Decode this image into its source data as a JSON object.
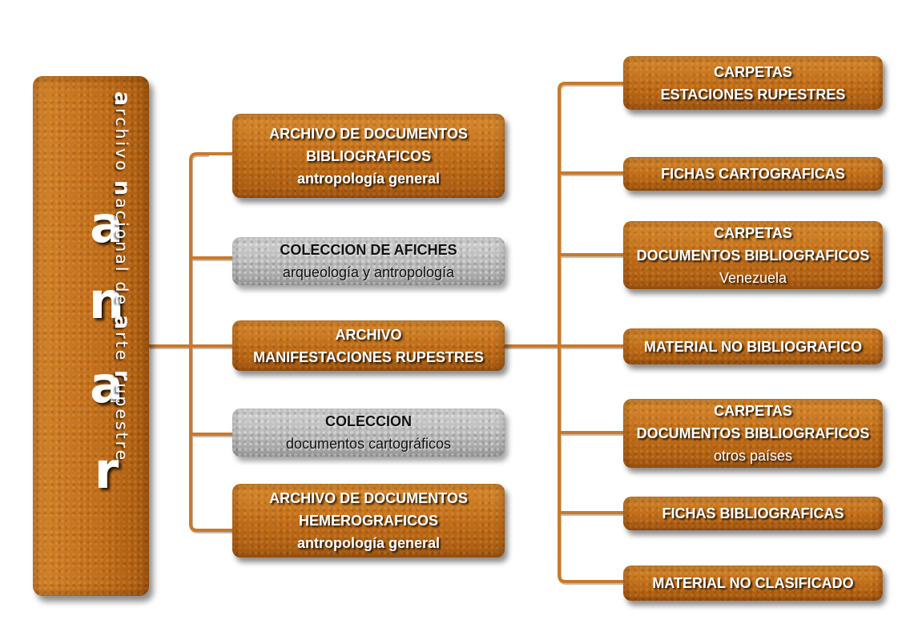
{
  "logo": {
    "letters": [
      "a",
      "n",
      "a",
      "r"
    ],
    "vertical_words": [
      "archivo",
      "nacional",
      "de",
      "arte",
      "rupestre"
    ]
  },
  "middle_boxes": [
    {
      "lines": [
        "ARCHIVO DE DOCUMENTOS",
        "BIBLIOGRAFICOS",
        "antropología general"
      ],
      "style": "orange"
    },
    {
      "lines": [
        "COLECCION DE AFICHES",
        "arqueología y antropología"
      ],
      "style": "gray"
    },
    {
      "lines": [
        "ARCHIVO",
        "MANIFESTACIONES RUPESTRES"
      ],
      "style": "orange"
    },
    {
      "lines": [
        "COLECCION",
        "documentos cartográficos"
      ],
      "style": "gray"
    },
    {
      "lines": [
        "ARCHIVO DE DOCUMENTOS",
        "HEMEROGRAFICOS",
        "antropología general"
      ],
      "style": "orange"
    }
  ],
  "right_boxes": [
    {
      "lines": [
        "CARPETAS",
        "ESTACIONES RUPESTRES"
      ]
    },
    {
      "lines": [
        "FICHAS CARTOGRAFICAS"
      ]
    },
    {
      "lines": [
        "CARPETAS",
        "DOCUMENTOS BIBLIOGRAFICOS",
        "Venezuela"
      ]
    },
    {
      "lines": [
        "MATERIAL NO BIBLIOGRAFICO"
      ]
    },
    {
      "lines": [
        "CARPETAS",
        "DOCUMENTOS BIBLIOGRAFICOS",
        "otros países"
      ]
    },
    {
      "lines": [
        "FICHAS BIBLIOGRAFICAS"
      ]
    },
    {
      "lines": [
        "MATERIAL NO CLASIFICADO"
      ]
    }
  ],
  "colors": {
    "box_orange": "#cc7418",
    "box_gray": "#b7b7b7",
    "connector": "#c77a2c",
    "text": "#ffffff"
  }
}
